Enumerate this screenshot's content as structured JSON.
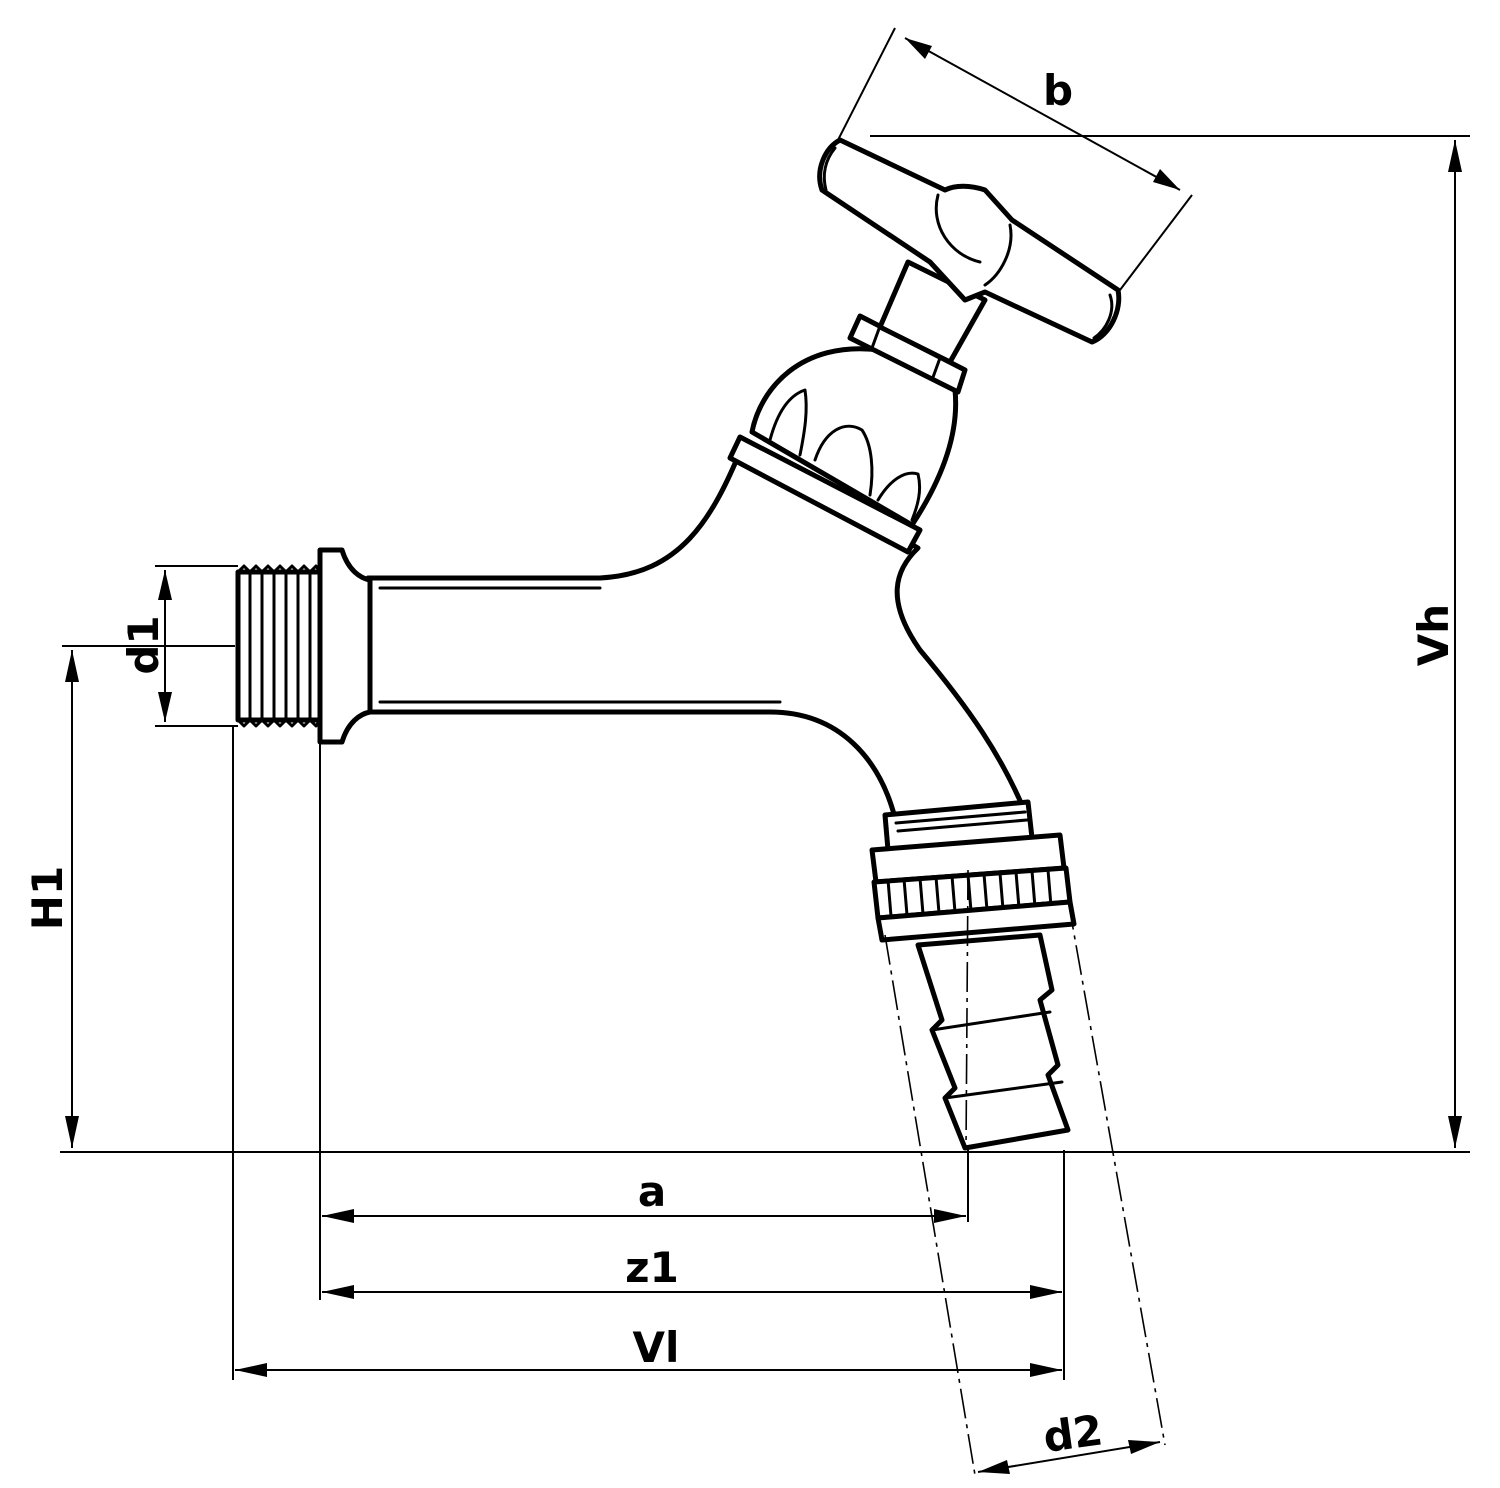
{
  "labels": {
    "b": "b",
    "vh": "Vh",
    "d1": "d1",
    "h1": "H1",
    "a": "a",
    "z1": "z1",
    "vl": "Vl",
    "d2": "d2"
  }
}
